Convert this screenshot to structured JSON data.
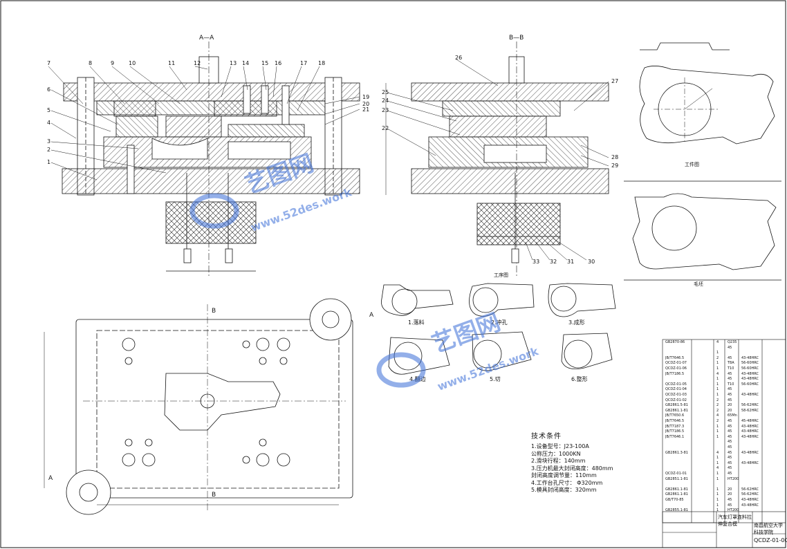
{
  "drawing": {
    "section_aa": "A—A",
    "section_bb": "B—B",
    "workpiece_caption": "工件图",
    "blank_caption": "毛坯",
    "process_caption": "工序图",
    "steps": [
      "1.落料",
      "2.冲孔",
      "3.成形",
      "4.翻边",
      "5.切",
      "6.整形"
    ],
    "callouts_left": [
      "7",
      "8",
      "9",
      "10",
      "11",
      "12",
      "13",
      "14",
      "15",
      "16",
      "17",
      "18",
      "19",
      "20",
      "21",
      "6",
      "5",
      "4",
      "3",
      "2",
      "1"
    ],
    "callouts_right": [
      "26",
      "25",
      "24",
      "23",
      "22",
      "27",
      "28",
      "29",
      "30",
      "31",
      "32",
      "33"
    ],
    "plan_marks": [
      "A",
      "A",
      "B",
      "B"
    ]
  },
  "tech_conditions": {
    "title": "技术条件",
    "lines": [
      "1.设备型号：J23-100A",
      "   公称压力：1000KN",
      "2.滑块行程：140mm",
      "3.压力机最大封闭高度：480mm",
      "   封闭高度调节量：110mm",
      "4.工作台孔尺寸：  Φ320mm",
      "5.模具封闭高度：320mm"
    ]
  },
  "bom": {
    "rows": [
      [
        "GB2870-86",
        "",
        "4",
        "Q235",
        ""
      ],
      [
        "",
        "",
        "",
        "45",
        ""
      ],
      [
        "",
        "",
        "1",
        "",
        ""
      ],
      [
        "JB/T7646.5",
        "",
        "2",
        "45",
        "43-48HRC"
      ],
      [
        "QCDZ-01-07",
        "",
        "1",
        "T8A",
        "56-60HRC"
      ],
      [
        "QCDZ-01-06",
        "",
        "1",
        "T10",
        "56-60HRC"
      ],
      [
        "JB/T7186.5",
        "",
        "4",
        "45",
        "43-48HRC"
      ],
      [
        "",
        "",
        "1",
        "45",
        "43-48HRC"
      ],
      [
        "QCDZ-01-05",
        "",
        "1",
        "T10",
        "56-60HRC"
      ],
      [
        "QCDZ-01-04",
        "",
        "1",
        "45",
        ""
      ],
      [
        "QCDZ-01-03",
        "",
        "1",
        "45",
        "43-48HRC"
      ],
      [
        "QCDZ-01-02",
        "",
        "2",
        "45",
        ""
      ],
      [
        "GB2861.5-81",
        "",
        "2",
        "20",
        "56-62HRC"
      ],
      [
        "GB2861.1-81",
        "",
        "2",
        "20",
        "58-62HRC"
      ],
      [
        "JB/T7650.6",
        "",
        "4",
        "65Mn",
        ""
      ],
      [
        "JB/T7646.5",
        "",
        "2",
        "45",
        "45-48HRC"
      ],
      [
        "JB/T7187.3",
        "",
        "1",
        "45",
        "43-48HRC"
      ],
      [
        "JB/T7186.5",
        "",
        "1",
        "45",
        "43-48HRC"
      ],
      [
        "JB/T7646.1",
        "",
        "1",
        "45",
        "43-48HRC"
      ],
      [
        "",
        "",
        "",
        "45",
        ""
      ],
      [
        "",
        "",
        "",
        "45",
        ""
      ],
      [
        "GB2861.3-81",
        "",
        "4",
        "45",
        "43-48HRC"
      ],
      [
        "",
        "",
        "1",
        "45",
        ""
      ],
      [
        "",
        "",
        "1",
        "45",
        "43-48HRC"
      ],
      [
        "",
        "",
        "4",
        "45",
        ""
      ],
      [
        "QCDZ-01-01",
        "",
        "1",
        "45",
        ""
      ],
      [
        "GB2851.1-81",
        "",
        "1",
        "HT200",
        ""
      ],
      [
        "",
        "",
        "",
        "",
        ""
      ],
      [
        "GB2861.1-81",
        "",
        "1",
        "20",
        "56-62HRC"
      ],
      [
        "GB2861.1-81",
        "",
        "1",
        "20",
        "56-62HRC"
      ],
      [
        "GB/T70-85",
        "",
        "1",
        "45",
        "43-48HRC"
      ],
      [
        "",
        "",
        "1",
        "45",
        "43-48HRC"
      ],
      [
        "GB2855.1-81",
        "",
        "1",
        "HT200",
        ""
      ]
    ]
  },
  "title_block": {
    "part_name": "汽车灯罩连料拉",
    "part_name_2": "伸复合模",
    "school": "南昌航空大学",
    "school_2": "科技学院",
    "drawing_no": "QCDZ-01-00"
  },
  "watermark": {
    "brand": "艺图网",
    "url": "www.52des.work"
  }
}
